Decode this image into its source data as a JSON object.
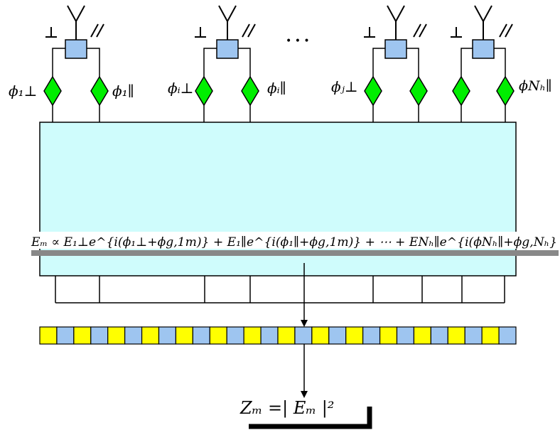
{
  "labels": {
    "phi1_perp": "ϕ₁⊥",
    "phi1_par": "ϕ₁∥",
    "phii_perp": "ϕᵢ⊥",
    "phii_par": "ϕᵢ∥",
    "phij_perp": "ϕⱼ⊥",
    "phiNh_par": "ϕNₕ∥",
    "ellipsis": "• • •"
  },
  "symbols": {
    "ground": "⊥",
    "polarization": "//"
  },
  "equation_em": "Eₘ ∝ E₁⊥e^{i(ϕ₁⊥+ϕg,1m)} + E₁∥e^{i(ϕ₁∥+ϕg,1m)} + ⋯ + ENₕ∥e^{i(ϕNₕ∥+ϕg,Nₕ}",
  "equation_zm": "Zₘ =| Eₘ |²",
  "colors": {
    "combiner_box": "#cffcfc",
    "phase_shifter": "#00ee00",
    "splitter": "#9ec5f0",
    "array_yellow": "#ffff00",
    "array_blue": "#9ec5f0",
    "bar": "#888888"
  },
  "array_pattern": [
    "yellow",
    "blue",
    "yellow",
    "blue",
    "yellow",
    "blue",
    "yellow",
    "blue",
    "yellow",
    "blue",
    "yellow",
    "blue",
    "yellow",
    "blue",
    "yellow",
    "blue",
    "yellow",
    "blue",
    "yellow",
    "blue",
    "yellow",
    "blue",
    "yellow",
    "blue",
    "yellow",
    "blue",
    "yellow",
    "blue"
  ]
}
